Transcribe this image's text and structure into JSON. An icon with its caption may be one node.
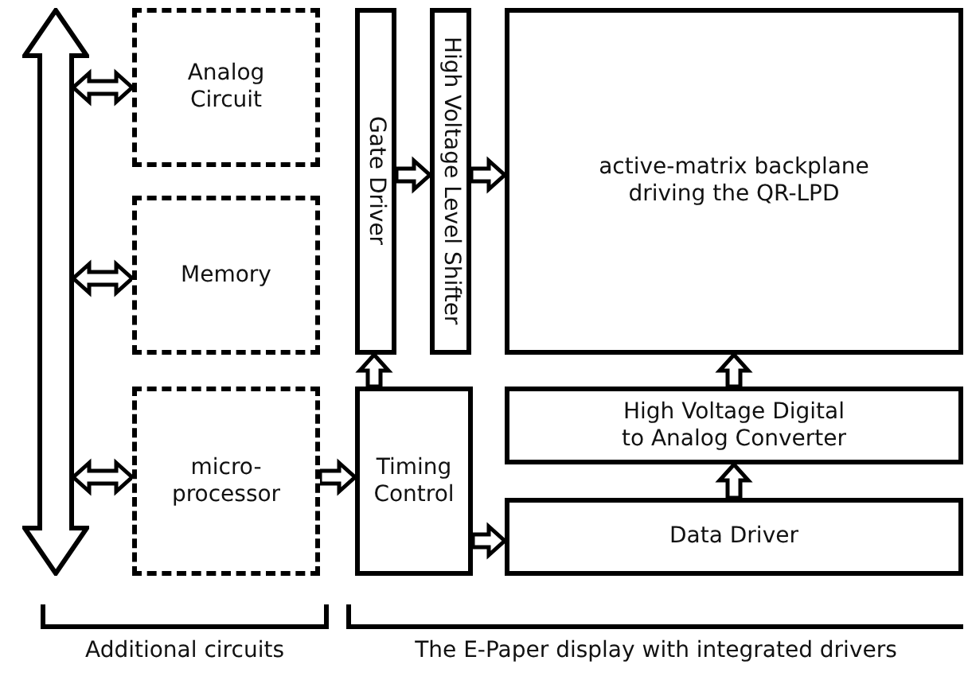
{
  "diagram": {
    "nodes": [
      {
        "text": [],
        "shape": "bar"
      },
      {
        "text": [
          "Analog Circuit"
        ]
      },
      {
        "text": [
          "Memory"
        ]
      },
      {
        "text": [
          "micro-processor"
        ]
      },
      {
        "text": [
          "Gate Driver"
        ]
      },
      {
        "text": [
          "High Voltage Level Shifter"
        ]
      },
      {
        "text": [
          "active-matrix backplane driving the QR-LPD"
        ]
      },
      {
        "text": [
          "Timing Control"
        ]
      },
      {
        "text": [
          "High Voltage Digital to Analog Converter"
        ]
      },
      {
        "text": [
          "Data Driver"
        ]
      }
    ],
    "edges": [
      {
        "from": 0,
        "to": 1,
        "arrow": "both"
      },
      {
        "from": 0,
        "to": 2,
        "arrow": "both"
      },
      {
        "from": 0,
        "to": 3,
        "arrow": "both"
      },
      {
        "from": 3,
        "to": 7,
        "arrow": "to"
      },
      {
        "from": 7,
        "to": 4,
        "arrow": "to"
      },
      {
        "from": 4,
        "to": 5,
        "arrow": "to"
      },
      {
        "from": 5,
        "to": 6,
        "arrow": "to"
      },
      {
        "from": 7,
        "to": 9,
        "arrow": "to"
      },
      {
        "from": 9,
        "to": 8,
        "arrow": "to"
      },
      {
        "from": 8,
        "to": 6,
        "arrow": "to"
      }
    ],
    "labels": [
      "Additional circuits",
      "The E-Paper display with integrated drivers"
    ]
  }
}
